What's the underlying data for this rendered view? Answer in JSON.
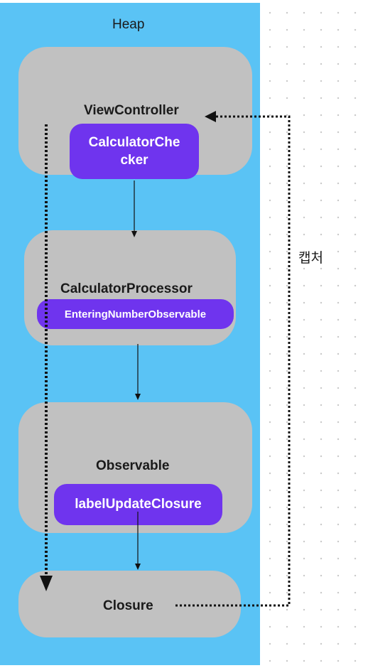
{
  "heap": {
    "title": "Heap"
  },
  "boxes": {
    "view_controller": {
      "label": "ViewController",
      "child_line1": "CalculatorChe",
      "child_line2": "cker"
    },
    "calculator_processor": {
      "label": "CalculatorProcessor",
      "child": "EnteringNumberObservable"
    },
    "observable": {
      "label": "Observable",
      "child": "labelUpdateClosure"
    },
    "closure": {
      "label": "Closure"
    }
  },
  "capture_label": "캡처",
  "colors": {
    "heap_background": "#5ac3f5",
    "box_fill": "#c1c1c1",
    "pill_fill": "#6f34ee",
    "pill_text": "#ffffff",
    "arrow": "#111111"
  }
}
